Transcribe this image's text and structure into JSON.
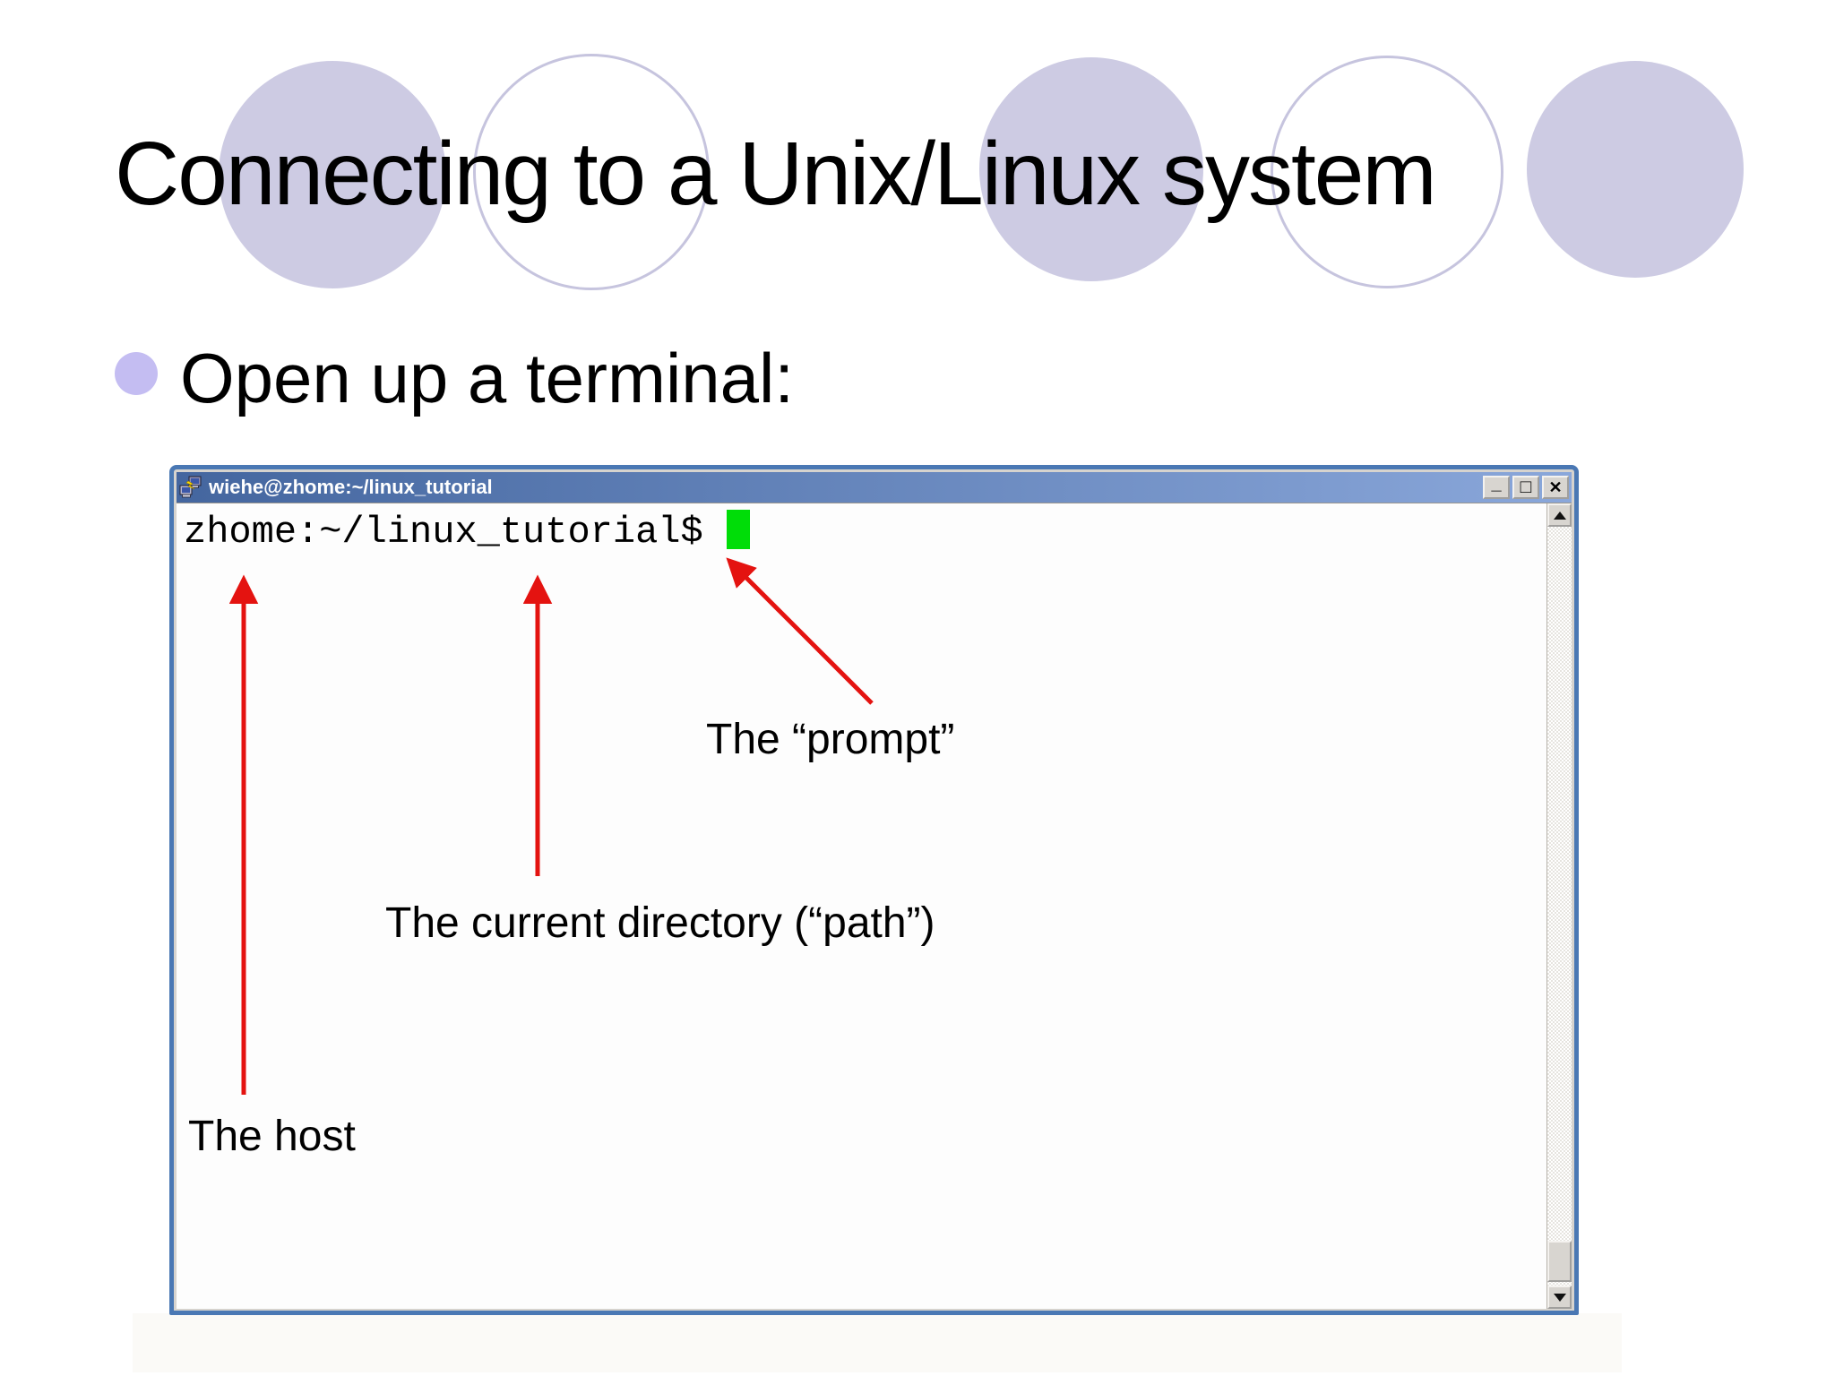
{
  "slide": {
    "title": "Connecting to a Unix/Linux system",
    "bullet_item": "Open up a terminal:"
  },
  "terminal_window": {
    "titlebar": {
      "title": "wiehe@zhome:~/linux_tutorial",
      "minimize_glyph": "_",
      "maximize_glyph": "□",
      "close_glyph": "✕"
    },
    "prompt_text": "zhome:~/linux_tutorial$",
    "cursor_color": "#00dd08"
  },
  "annotations": {
    "prompt_label": "The “prompt”",
    "path_label": "The current directory (“path”)",
    "host_label": "The host",
    "arrow_color": "#e41310"
  },
  "colors": {
    "circle_fill": "#cdcbe3",
    "circle_outline": "#c6c4de",
    "bullet_fill": "#c4bdf2",
    "window_border": "#4a78b4",
    "titlebar_gradient_left": "#44669f",
    "titlebar_gradient_right": "#8aa7da",
    "scroll_face": "#d8d5d0"
  }
}
